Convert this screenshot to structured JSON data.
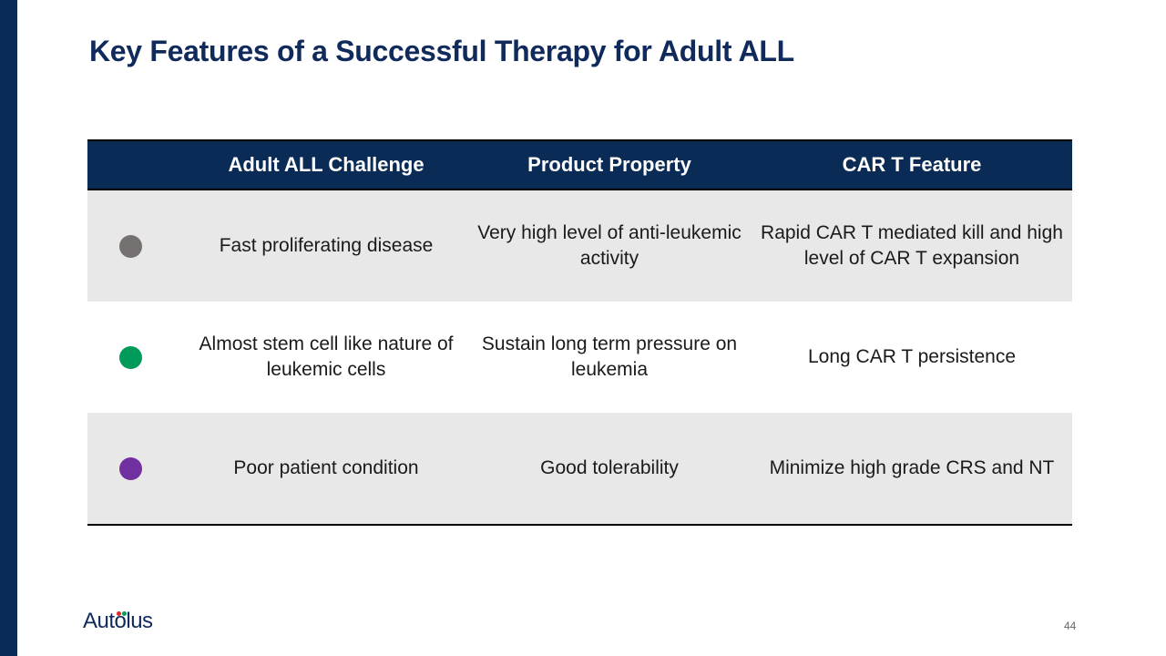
{
  "slide": {
    "title": "Key Features of a Successful Therapy for Adult ALL",
    "page_number": "44"
  },
  "table": {
    "headers": [
      "",
      "Adult ALL Challenge",
      "Product Property",
      "CAR T Feature"
    ],
    "rows": [
      {
        "dot_color": "#767171",
        "challenge": "Fast proliferating disease",
        "property": "Very high level of anti-leukemic activity",
        "feature": "Rapid CAR T mediated kill and high level of CAR T expansion"
      },
      {
        "dot_color": "#009b5a",
        "challenge": "Almost stem cell like nature of leukemic cells",
        "property": "Sustain long term pressure on leukemia",
        "feature": "Long CAR T persistence"
      },
      {
        "dot_color": "#7030a0",
        "challenge": "Poor patient condition",
        "property": "Good tolerability",
        "feature": "Minimize high grade CRS and NT"
      }
    ]
  },
  "logo": {
    "text": "Autolus",
    "dot_colors": [
      "#e0282e",
      "#00a04f"
    ]
  },
  "colors": {
    "navy": "#0b2b57",
    "title": "#102a5c",
    "row_shade": "#e8e8e8"
  }
}
